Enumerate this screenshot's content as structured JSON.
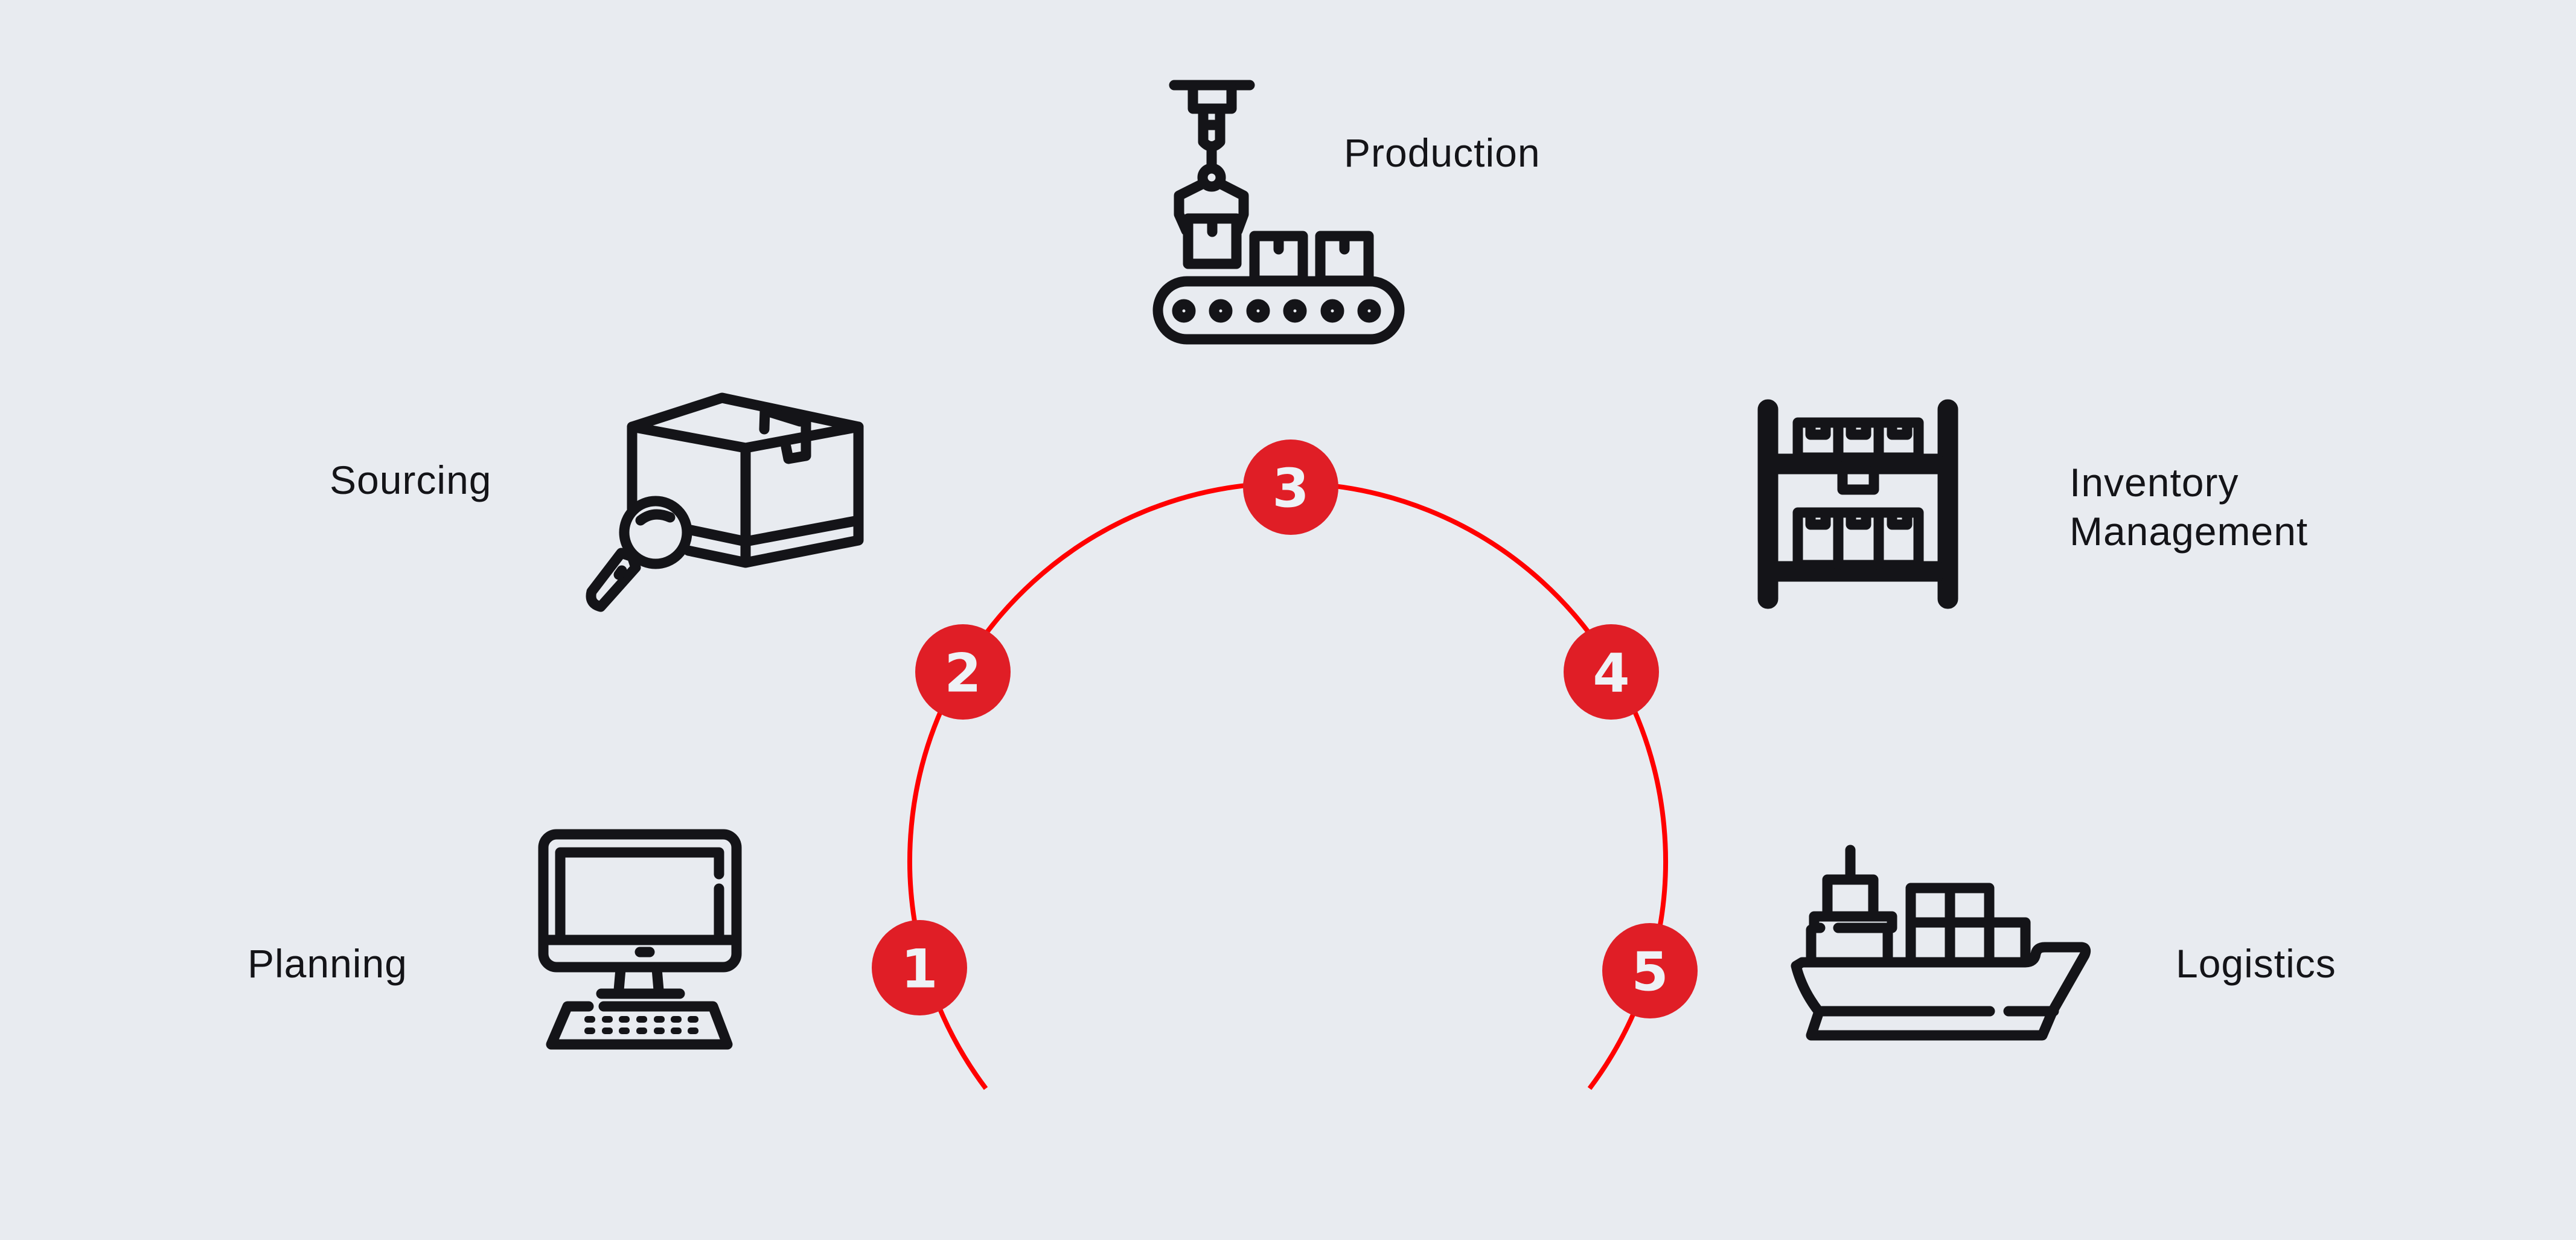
{
  "diagram": {
    "type": "supply-chain-cycle",
    "colors": {
      "background": "#E8EBF0",
      "arc": "#FF0000",
      "step_fill": "#E01E26",
      "step_text": "#EEF2F6",
      "icon_and_text": "#141418"
    },
    "steps": [
      {
        "number": "1",
        "label": "Planning",
        "icon": "desktop-computer-icon"
      },
      {
        "number": "2",
        "label": "Sourcing",
        "icon": "box-magnifier-icon"
      },
      {
        "number": "3",
        "label": "Production",
        "icon": "conveyor-robot-arm-icon"
      },
      {
        "number": "4",
        "label_lines": [
          "Inventory",
          "Management"
        ],
        "icon": "warehouse-shelf-icon"
      },
      {
        "number": "5",
        "label": "Logistics",
        "icon": "cargo-ship-icon"
      }
    ]
  }
}
